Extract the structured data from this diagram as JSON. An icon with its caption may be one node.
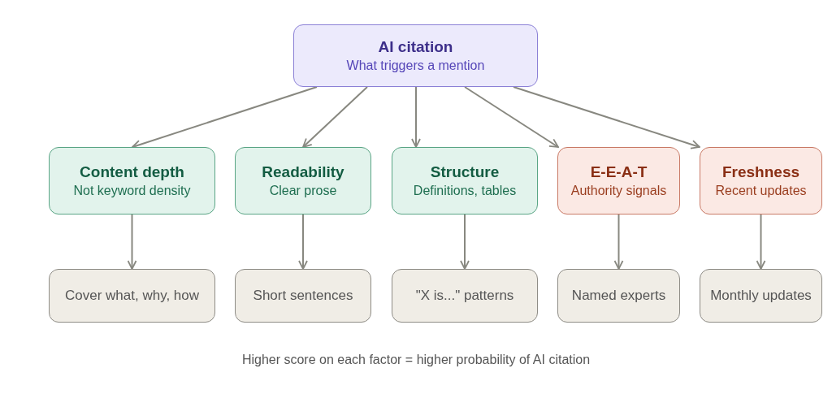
{
  "diagram": {
    "caption": "Higher score on each factor = higher probability of AI citation",
    "nodes": [
      {
        "text": [
          "AI citation",
          "What triggers a mention"
        ]
      },
      {
        "text": [
          "Content depth",
          "Not keyword density"
        ]
      },
      {
        "text": [
          "Readability",
          "Clear prose"
        ]
      },
      {
        "text": [
          "Structure",
          "Definitions, tables"
        ]
      },
      {
        "text": [
          "E-E-A-T",
          "Authority signals"
        ]
      },
      {
        "text": [
          "Freshness",
          "Recent updates"
        ]
      },
      {
        "text": [
          "Cover what, why, how"
        ]
      },
      {
        "text": [
          "Short sentences"
        ]
      },
      {
        "text": [
          "\"X is...\" patterns"
        ]
      },
      {
        "text": [
          "Named experts"
        ]
      },
      {
        "text": [
          "Monthly updates"
        ]
      }
    ],
    "edges": [
      {
        "from": 0,
        "to": 1,
        "arrow": "to"
      },
      {
        "from": 0,
        "to": 2,
        "arrow": "to"
      },
      {
        "from": 0,
        "to": 3,
        "arrow": "to"
      },
      {
        "from": 0,
        "to": 4,
        "arrow": "to"
      },
      {
        "from": 0,
        "to": 5,
        "arrow": "to"
      },
      {
        "from": 1,
        "to": 6,
        "arrow": "to"
      },
      {
        "from": 2,
        "to": 7,
        "arrow": "to"
      },
      {
        "from": 3,
        "to": 8,
        "arrow": "to"
      },
      {
        "from": 4,
        "to": 9,
        "arrow": "to"
      },
      {
        "from": 5,
        "to": 10,
        "arrow": "to"
      }
    ]
  }
}
